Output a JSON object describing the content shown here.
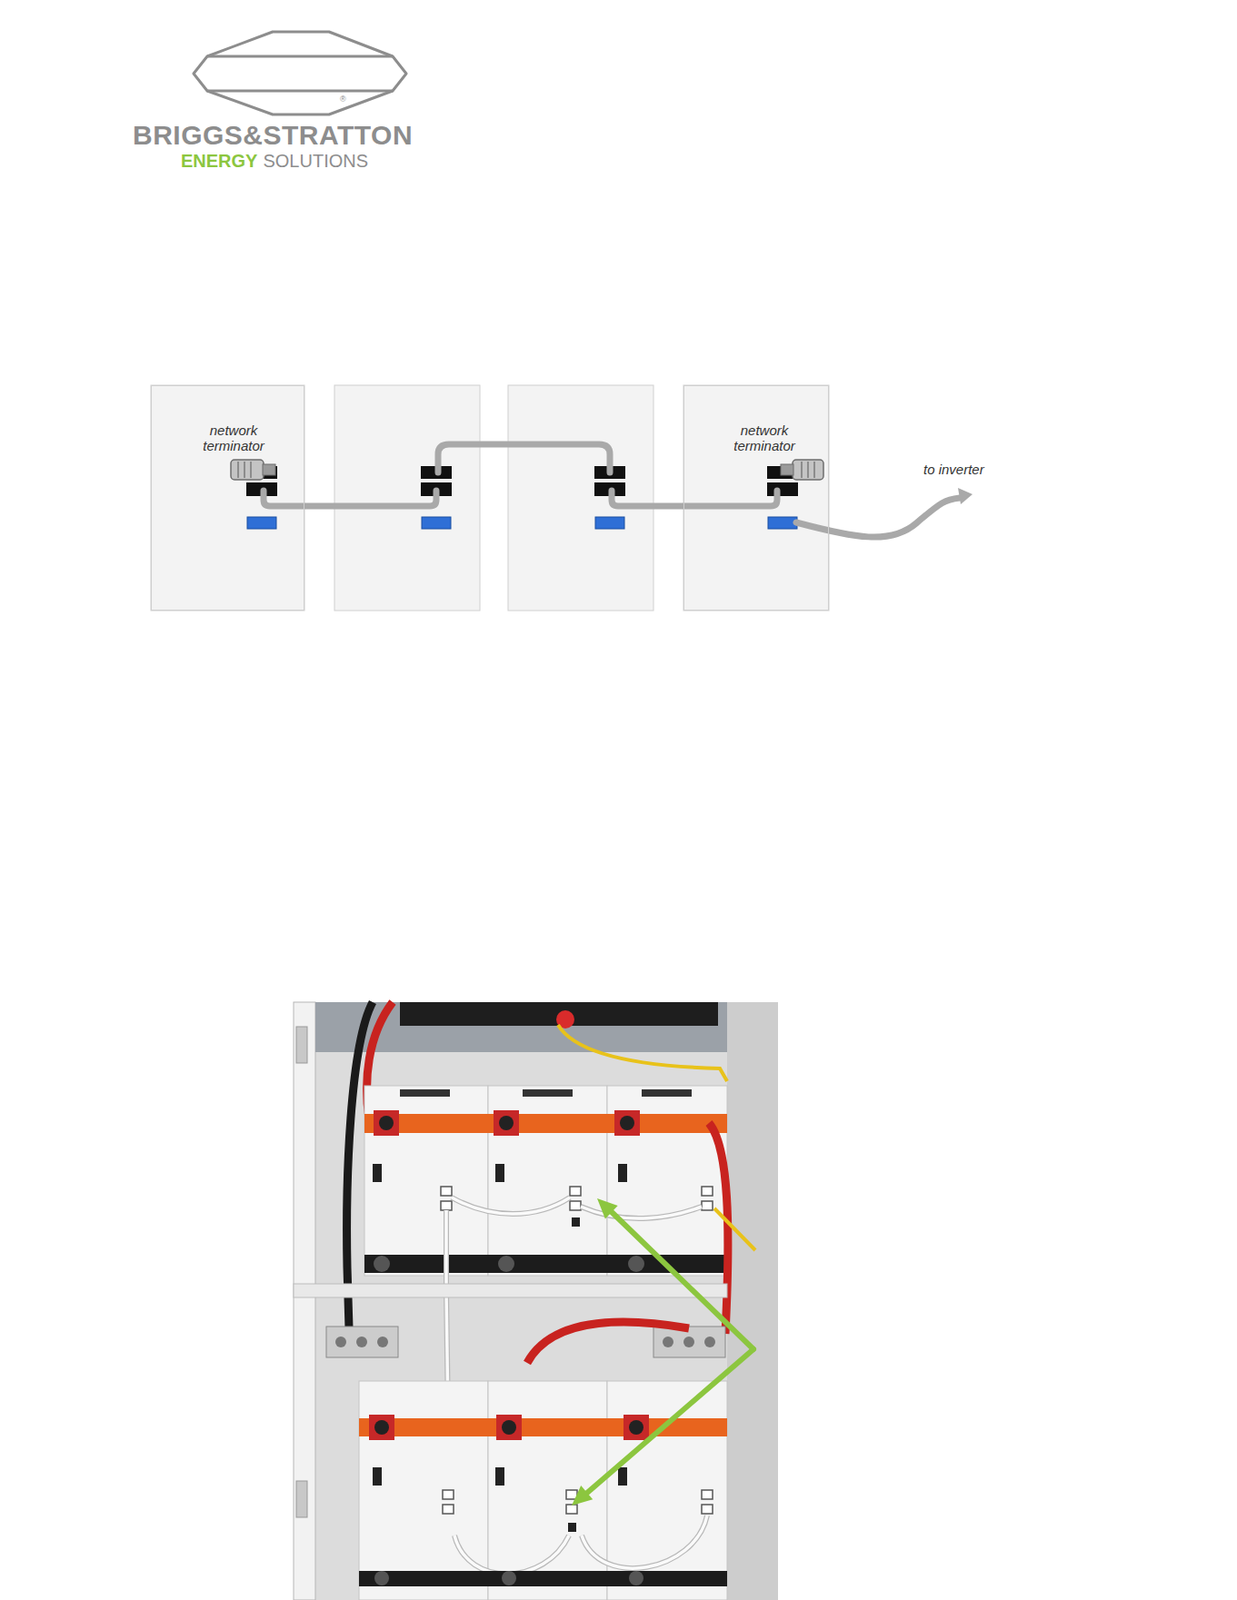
{
  "diagram": {
    "nodes": [
      {
        "text": [
          "network terminator"
        ]
      },
      {
        "text": [
          "network terminator"
        ]
      }
    ],
    "labels": [
      "®",
      "BRIGGS&STRATTON",
      "ENERGY",
      "SOLUTIONS",
      "to inverter"
    ]
  }
}
